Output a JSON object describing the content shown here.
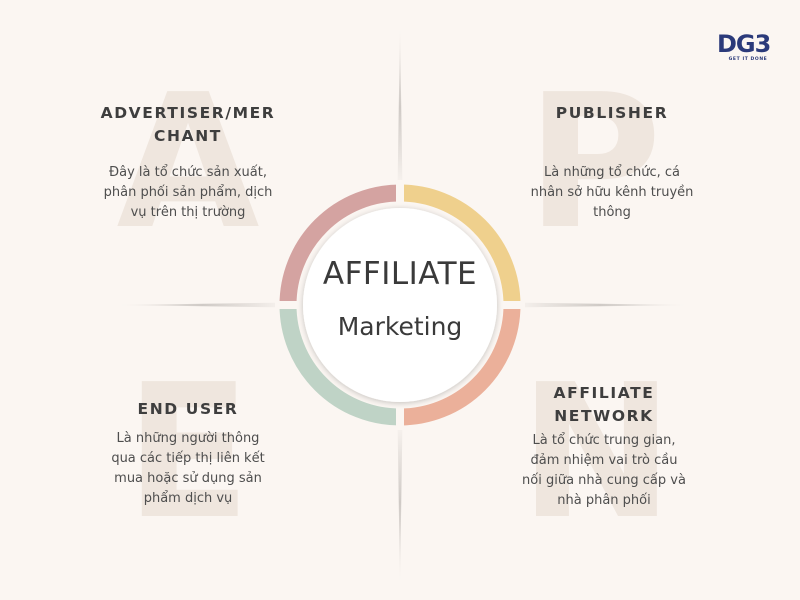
{
  "background_letters": {
    "a": "A",
    "p": "P",
    "e": "E",
    "n": "N"
  },
  "center": {
    "title": "AFFILIATE",
    "subtitle": "Marketing"
  },
  "quadrants": {
    "advertiser": {
      "title": "ADVERTISER/MERCHANT",
      "title_line1": "ADVERTISER/MER",
      "title_line2": "CHANT",
      "desc_lines": [
        "Đây là tổ chức sản xuất,",
        "phân phối sản phẩm, dịch",
        "vụ trên thị trường"
      ]
    },
    "publisher": {
      "title": "PUBLISHER",
      "desc_lines": [
        "Là những tổ chức, cá",
        "nhân sở hữu kênh truyền",
        "thông"
      ]
    },
    "end_user": {
      "title": "END USER",
      "desc_lines": [
        "Là những người thông",
        "qua các tiếp thị liên kết",
        "mua hoặc sử dụng sản",
        "phẩm dịch vụ"
      ]
    },
    "network": {
      "title": "AFFILIATE NETWORK",
      "title_line1": "AFFILIATE",
      "title_line2": "NETWORK",
      "desc_lines": [
        "Là tổ chức trung gian,",
        "đảm nhiệm vai trò cầu",
        "nối giữa nhà cung cấp và",
        "nhà phân phối"
      ]
    }
  },
  "logo": {
    "mark": "DG3",
    "tagline": "GET IT DONE"
  },
  "colors": {
    "background": "#fbf6f2",
    "ring_advertiser": "#d4a3a1",
    "ring_publisher": "#efd08d",
    "ring_network": "#ebb09a",
    "ring_end_user": "#bfd3c6",
    "logo": "#2b3a7a"
  }
}
